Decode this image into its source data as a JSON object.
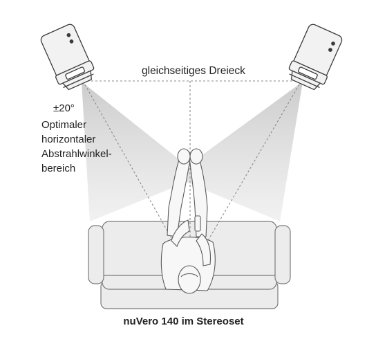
{
  "labels": {
    "triangle": "gleichseitiges Dreieck",
    "angle": "±20°",
    "range_lines": [
      "Optimaler",
      "horizontaler",
      "Abstrahlwinkel-",
      "bereich"
    ],
    "caption": "nuVero 140 im Stereoset"
  },
  "colors": {
    "line": "#5a5a5a",
    "dashed": "#8a8a8a",
    "cone": "#d8d8d8",
    "sofa_fill": "#ececec",
    "sofa_stroke": "#7a7a7a",
    "speaker_fill": "#f2f2f2",
    "person_fill": "#f7f7f7"
  },
  "icons": {
    "left_speaker": "speaker-icon",
    "right_speaker": "speaker-icon",
    "listener": "person-icon",
    "sofa": "sofa-icon"
  }
}
